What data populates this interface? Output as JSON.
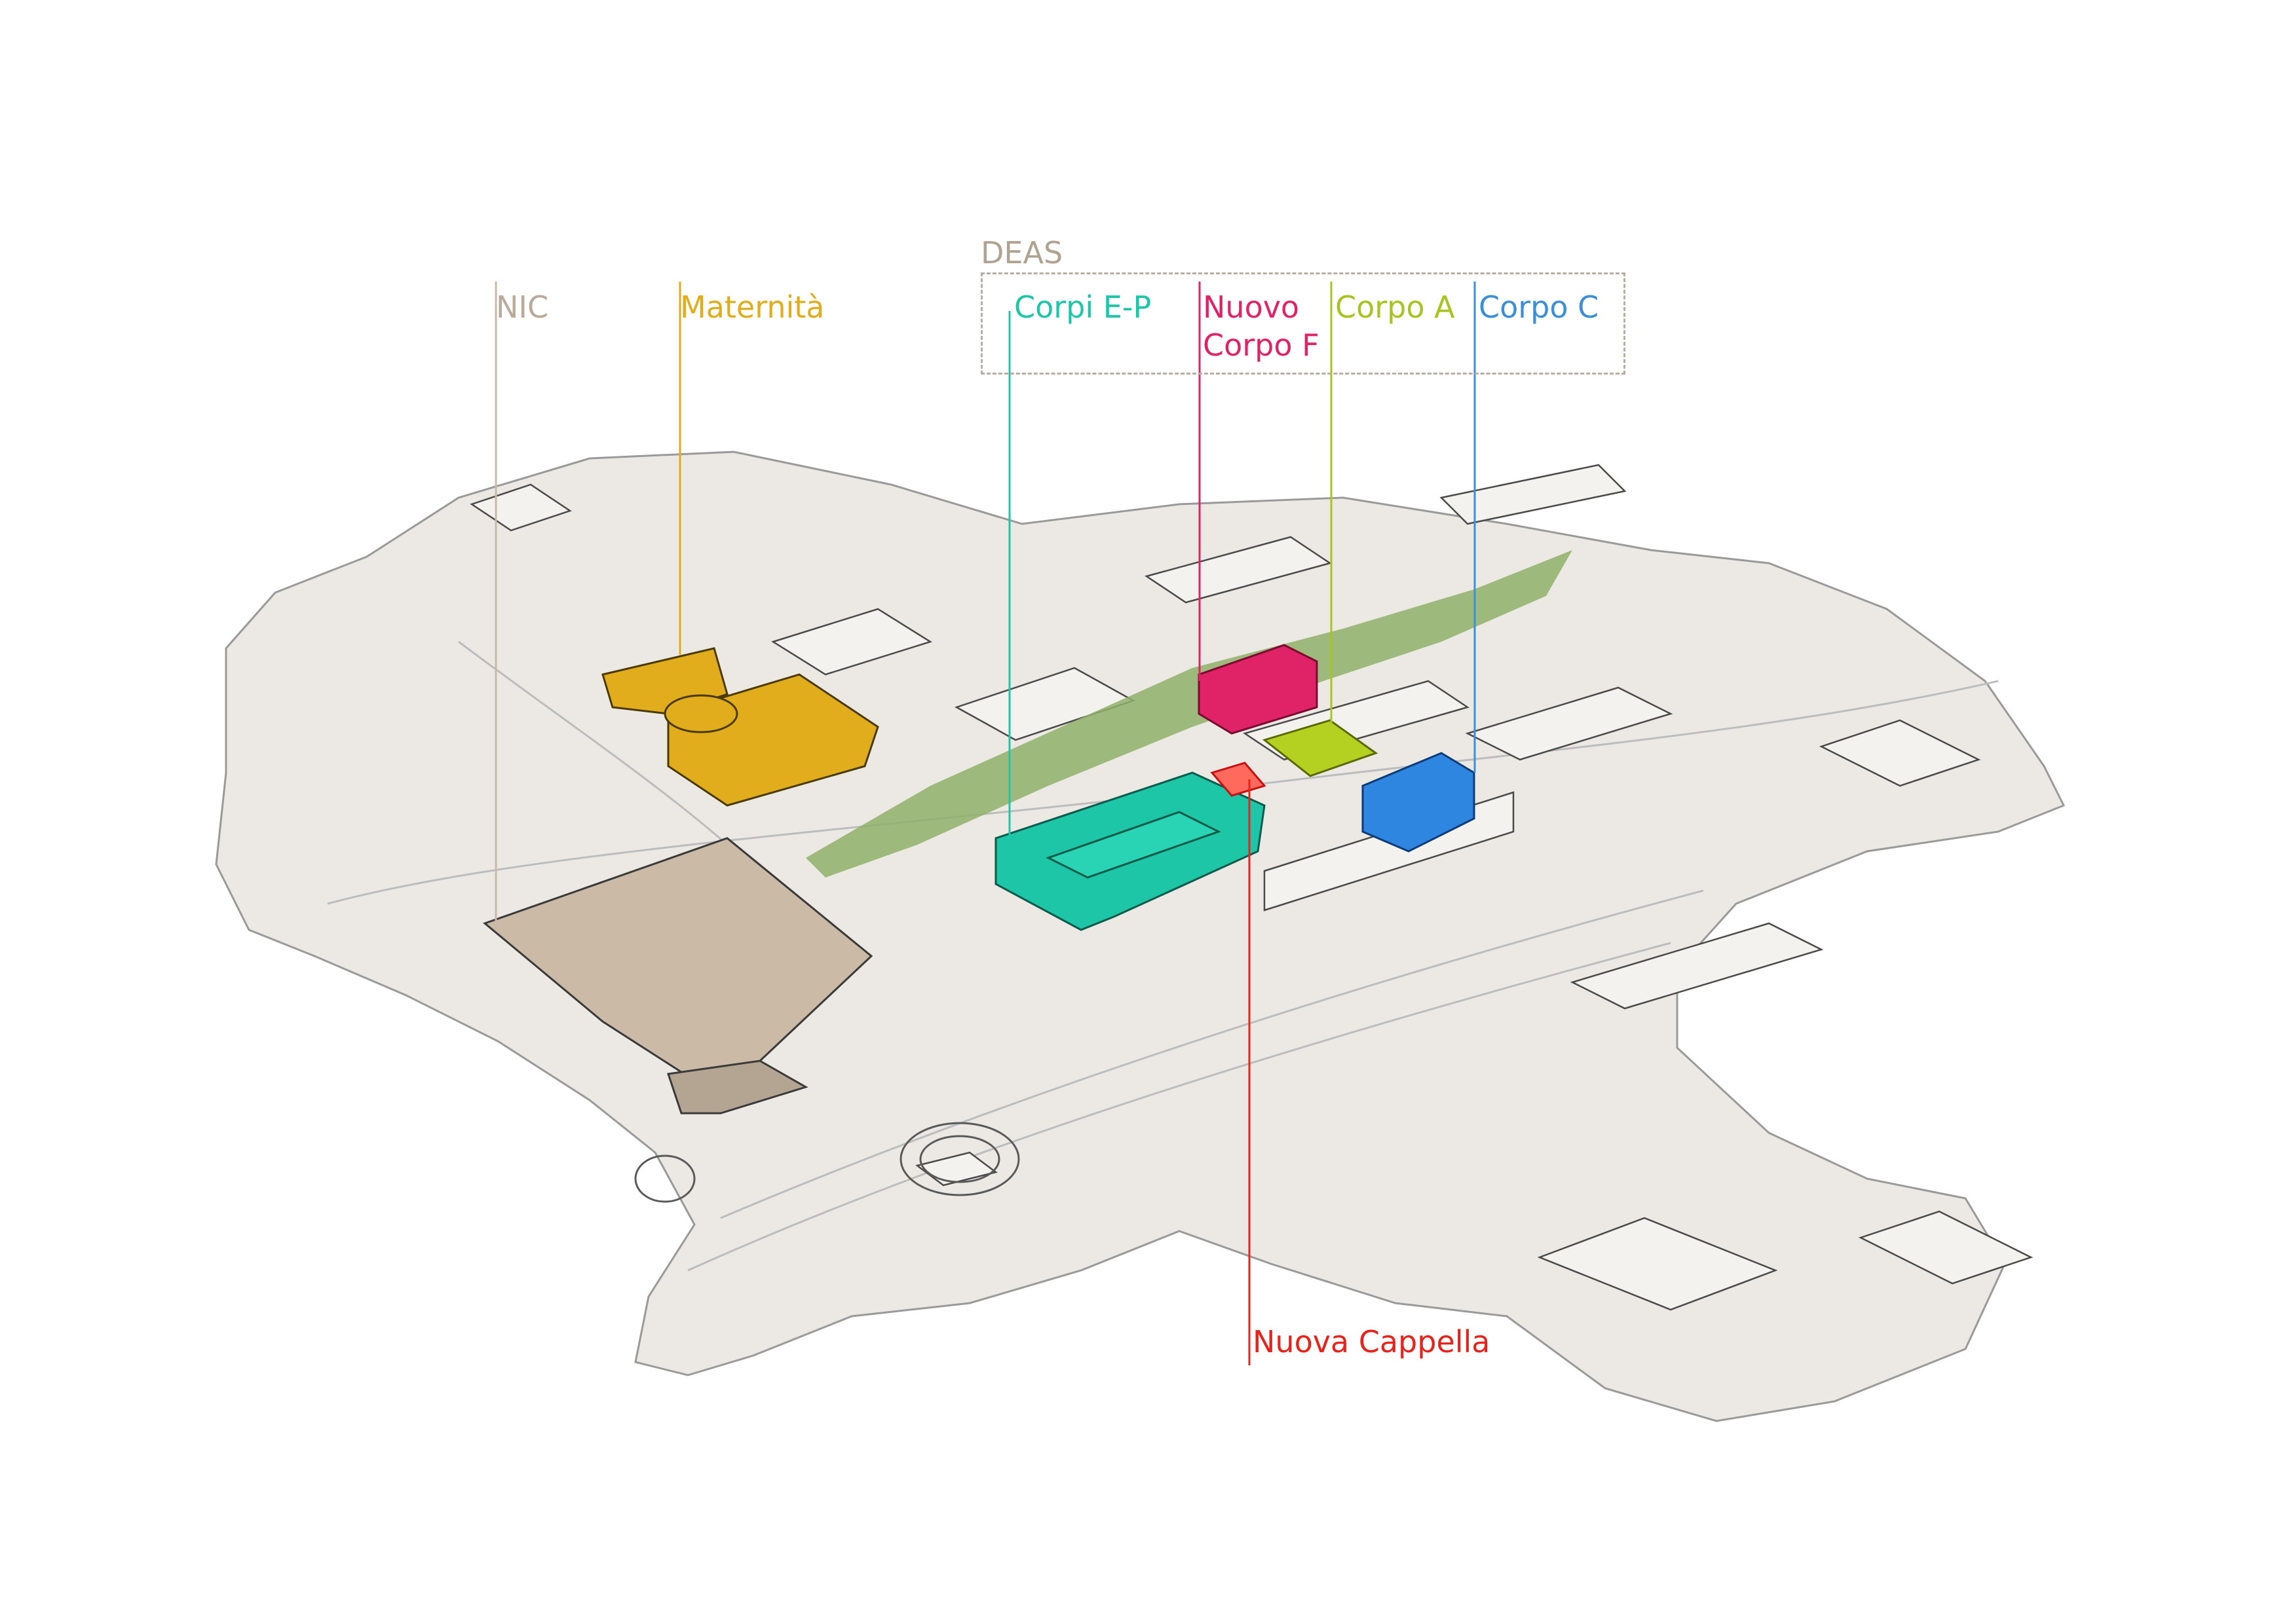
{
  "group": {
    "label": "DEAS",
    "color": "#b1a392"
  },
  "labels": {
    "nic": {
      "text": "NIC",
      "color": "#b9aa99"
    },
    "maternita": {
      "text": "Maternità",
      "color": "#e2ad1c"
    },
    "corpi_ep": {
      "text": "Corpi E-P",
      "color": "#1ec6a8"
    },
    "corpo_f": {
      "text": "Nuovo\nCorpo F",
      "color": "#e02366"
    },
    "corpo_a": {
      "text": "Corpo A",
      "color": "#a8c421"
    },
    "corpo_c": {
      "text": "Corpo C",
      "color": "#3a8fd8"
    },
    "cappella": {
      "text": "Nuova Cappella",
      "color": "#e8231b"
    }
  },
  "colors": {
    "ground": "#ece9e4",
    "line": "#3a3a3a",
    "green": "#8fb06a",
    "nic_block": "#cbbba6"
  }
}
